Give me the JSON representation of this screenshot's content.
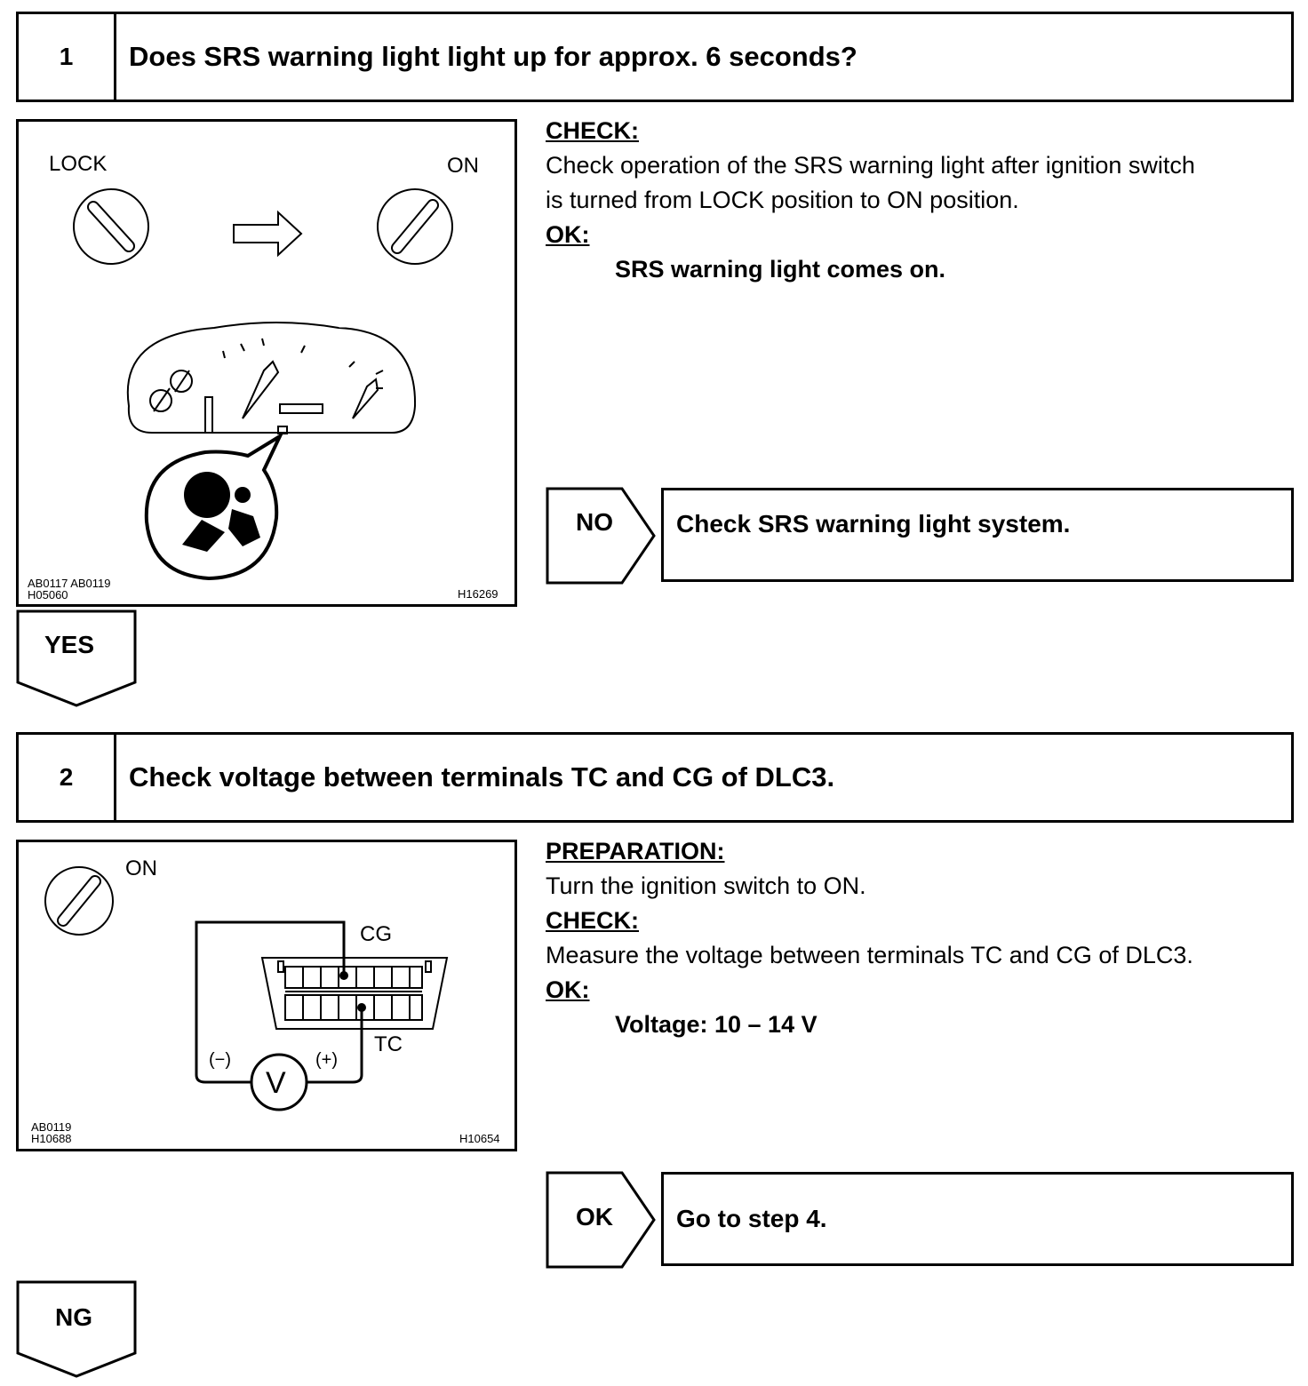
{
  "step1": {
    "number": "1",
    "title": "Does SRS warning light light up for approx. 6 seconds?",
    "figure": {
      "lock_label": "LOCK",
      "on_label": "ON",
      "code_left_1": "AB0117  AB0119",
      "code_left_2": "H05060",
      "code_right": "H16269"
    },
    "check_header": "CHECK:",
    "check_line1": "Check operation of the SRS warning light after ignition switch",
    "check_line2": "is turned from LOCK position to ON position.",
    "ok_header": "OK:",
    "ok_value": "SRS warning light comes on.",
    "no_label": "NO",
    "no_result": "Check SRS warning light system.",
    "yes_label": "YES"
  },
  "step2": {
    "number": "2",
    "title": "Check voltage between terminals TC and CG of DLC3.",
    "figure": {
      "on_label": "ON",
      "cg_label": "CG",
      "tc_label": "TC",
      "minus_label": "(−)",
      "plus_label": "(+)",
      "meter_label": "V",
      "code_left_1": "AB0119",
      "code_left_2": "H10688",
      "code_right": "H10654"
    },
    "prep_header": "PREPARATION:",
    "prep_text": "Turn the ignition switch to ON.",
    "check_header": "CHECK:",
    "check_text": "Measure the voltage between terminals TC and CG of DLC3.",
    "ok_header": "OK:",
    "ok_value": "Voltage: 10 – 14 V",
    "ok_label": "OK",
    "ok_result": "Go to step 4.",
    "ng_label": "NG"
  }
}
